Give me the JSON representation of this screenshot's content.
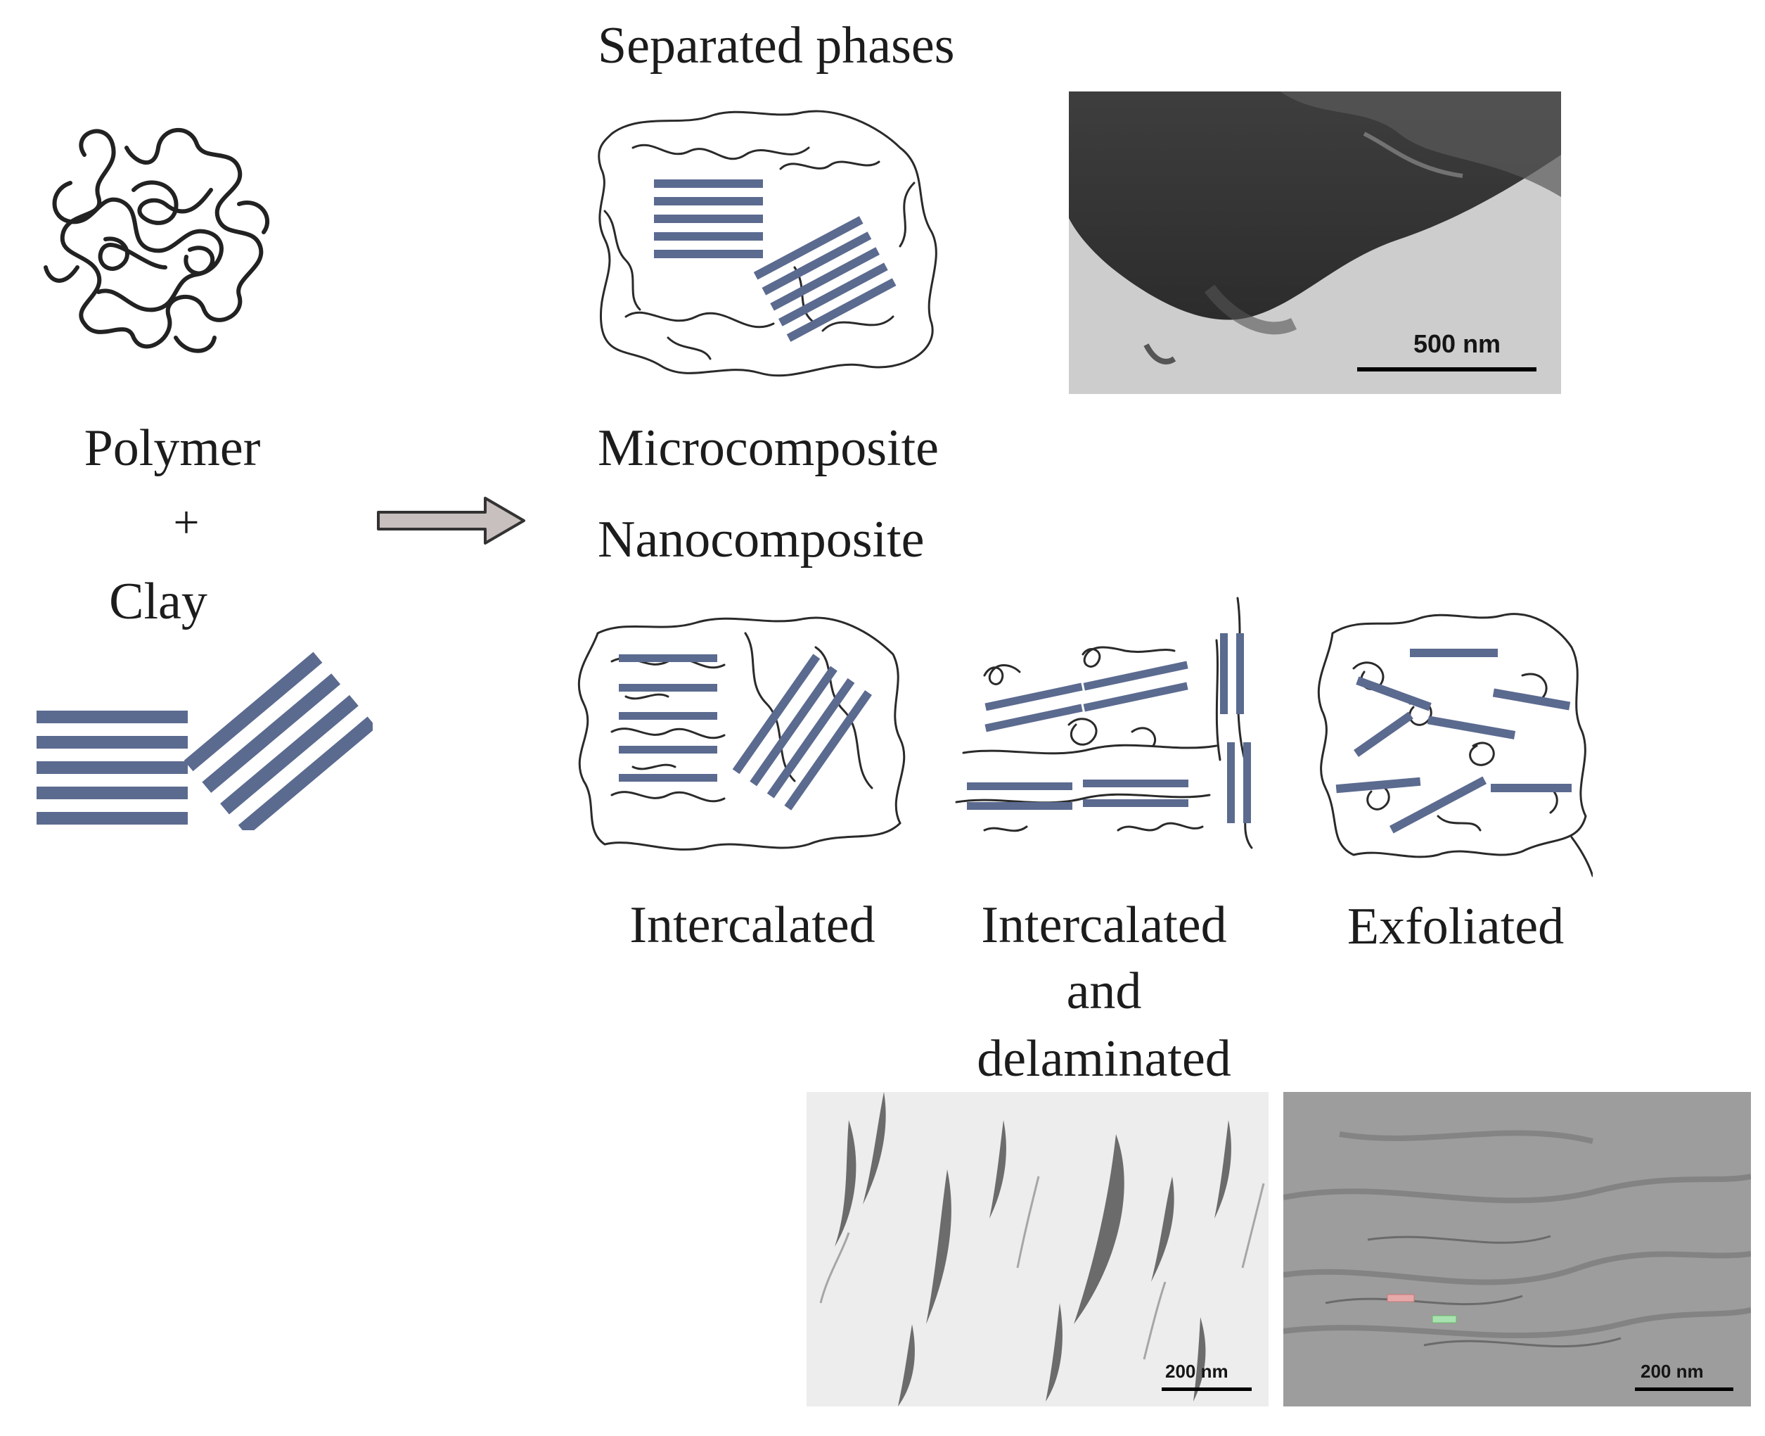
{
  "labels": {
    "separated_phases": "Separated phases",
    "polymer": "Polymer",
    "plus": "+",
    "clay": "Clay",
    "microcomposite": "Microcomposite",
    "nanocomposite": "Nanocomposite",
    "intercalated": "Intercalated",
    "intercalated_delaminated_line1": "Intercalated",
    "intercalated_delaminated_line2": "and",
    "intercalated_delaminated_line3": "delaminated",
    "exfoliated": "Exfoliated"
  },
  "scale_bars": {
    "micro": "500 nm",
    "intercalated_tem": "200 nm",
    "exfoliated_tem": "200 nm"
  },
  "colors": {
    "clay_platelet": "#5b6a8f",
    "polymer_chain": "#222222",
    "arrow_fill": "#c8bfbf",
    "arrow_stroke": "#333333"
  }
}
